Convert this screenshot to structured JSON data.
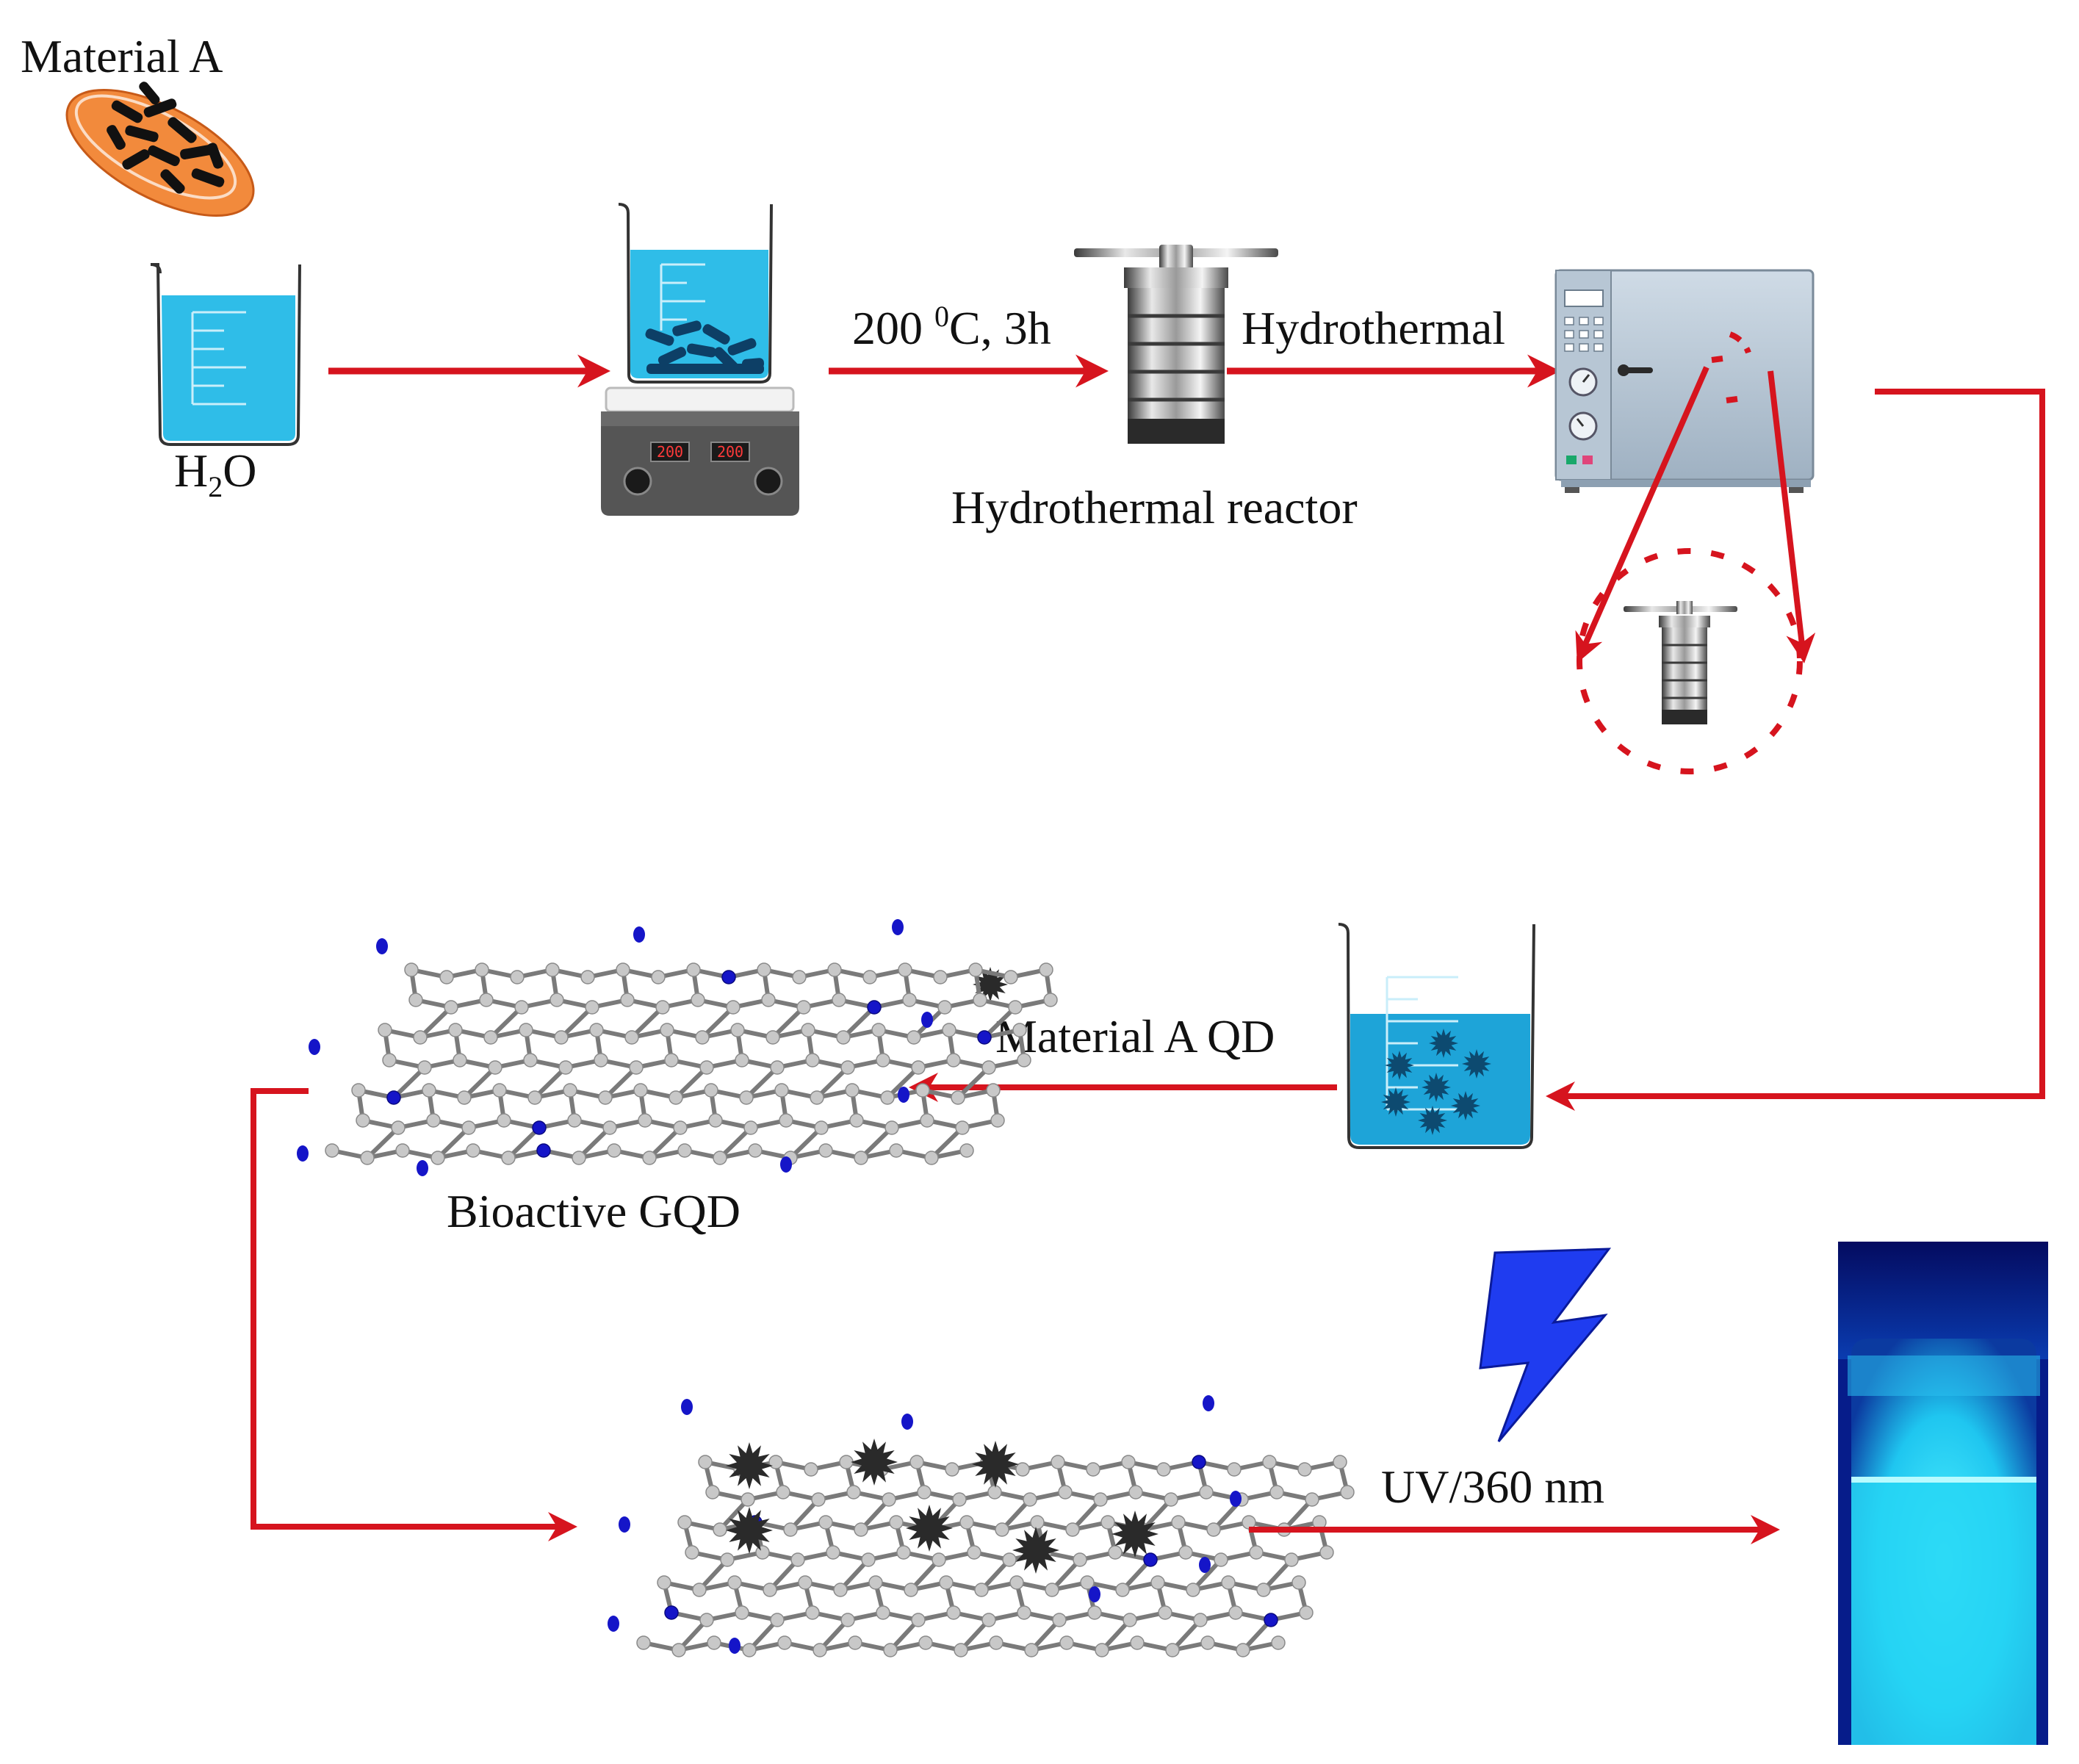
{
  "labels": {
    "material_a": "Material A",
    "water_h": "H",
    "water_sub": "2",
    "water_o": "O",
    "temp_value": "200 ",
    "temp_sup": "0",
    "temp_rest": "C, 3h",
    "hydrothermal": "Hydrothermal",
    "hydrothermal_reactor": "Hydrothermal reactor",
    "material_a_qd": "Material A QD",
    "bioactive_gqd": "Bioactive GQD",
    "uv": "UV/360 nm"
  },
  "hotplate_display": [
    "200",
    "200"
  ],
  "colors": {
    "arrow": "#d6141e",
    "water": "#2fbde8",
    "water_dark": "#1a9fd4",
    "petri": "#f28a3c",
    "lightning": "#1f3cf0",
    "atom_c": "#c8c8c8",
    "atom_n": "#1515c8",
    "glow": "#2ee0ff"
  }
}
